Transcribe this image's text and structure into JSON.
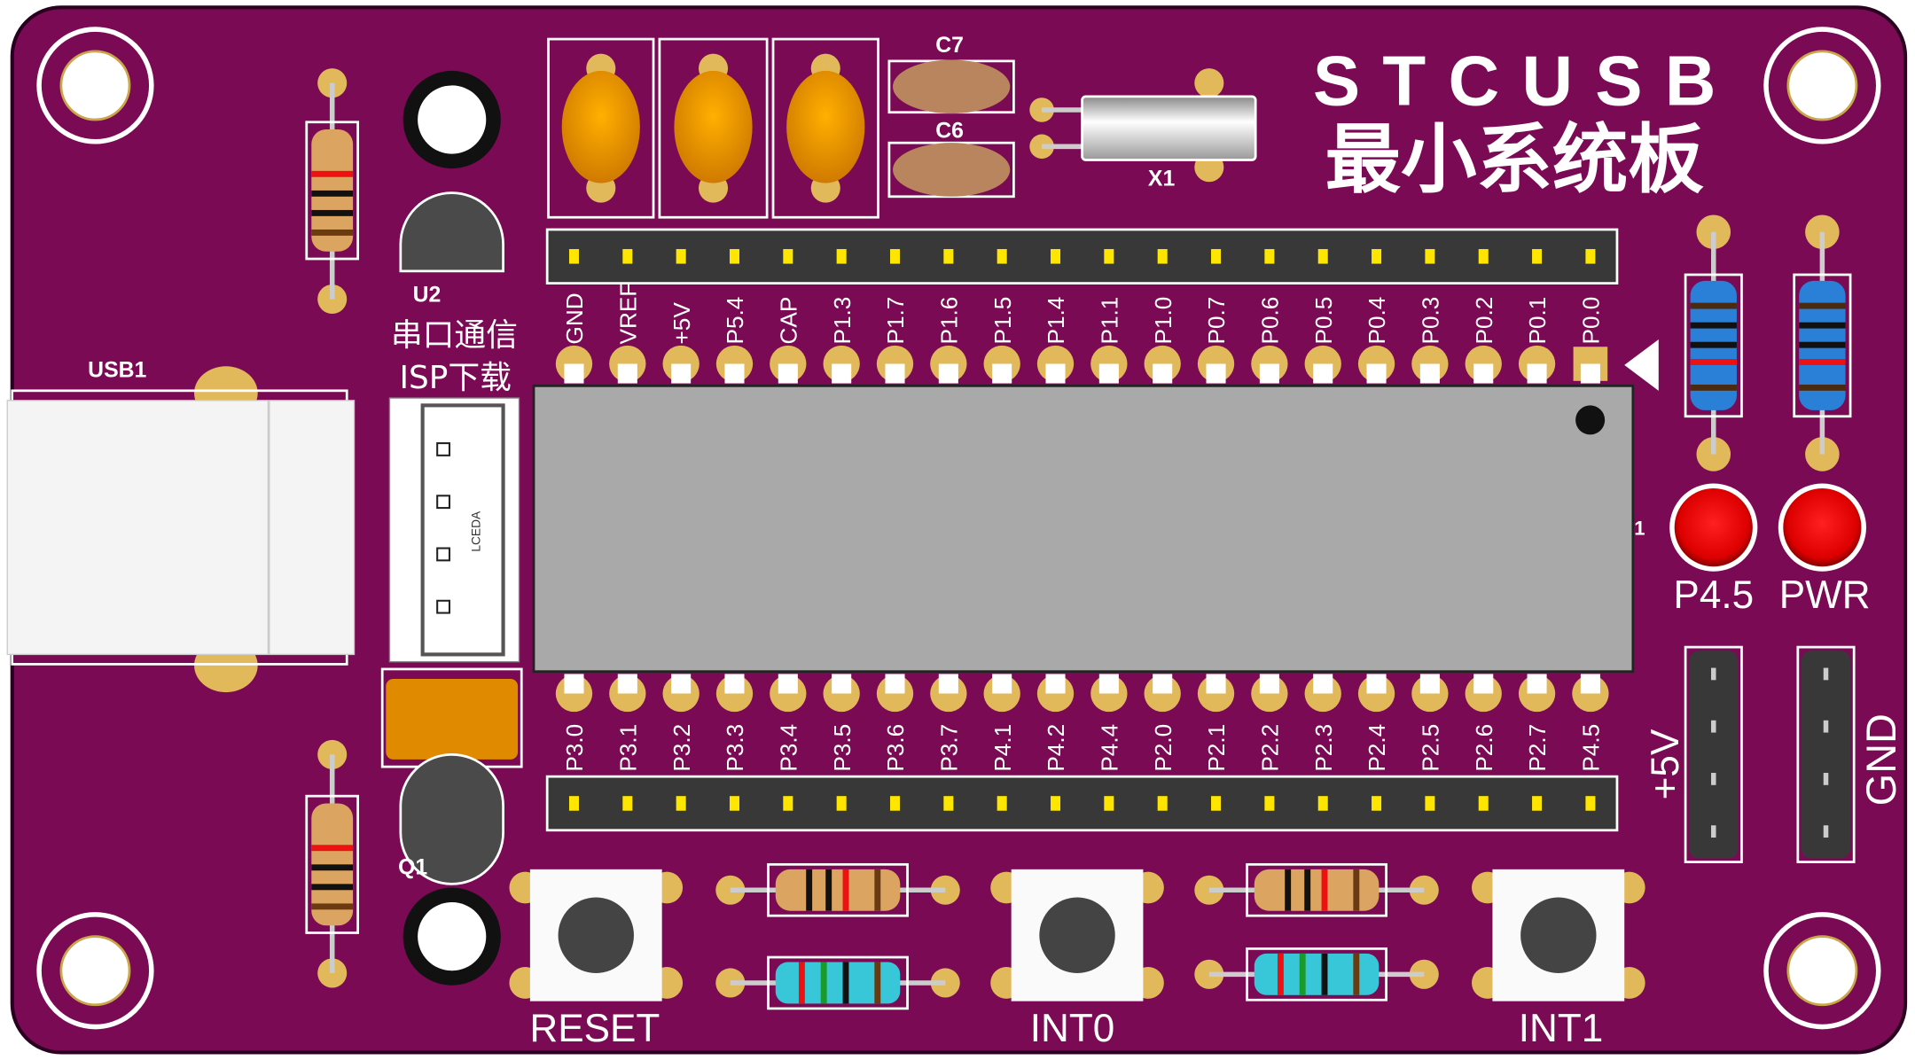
{
  "board": {
    "title": "STCUSB",
    "subtitle": "最小系统板",
    "colors": {
      "pcb": "#7b0a55",
      "silk": "#ffffff",
      "pad": "#e2b95a",
      "header": "#383838",
      "chip": "#a9a9a9",
      "led": "#e8141a"
    }
  },
  "labels": {
    "c7": "C7",
    "c6": "C6",
    "x1": "X1",
    "u2": "U2",
    "serial": "串口通信",
    "isp": "ISP下载",
    "usb1": "USB1",
    "lceda": "LCEDA",
    "q1": "Q1",
    "reset": "RESET",
    "int0": "INT0",
    "int1": "INT1",
    "led_p45": "P4.5",
    "led_pwr": "PWR",
    "plus5v": "+5V",
    "gnd": "GND",
    "pin1": "1"
  },
  "top_pins": [
    "GND",
    "VREF",
    "+5V",
    "P5.4",
    "CAP",
    "P1.3",
    "P1.7",
    "P1.6",
    "P1.5",
    "P1.4",
    "P1.1",
    "P1.0",
    "P0.7",
    "P0.6",
    "P0.5",
    "P0.4",
    "P0.3",
    "P0.2",
    "P0.1",
    "P0.0"
  ],
  "bottom_pins": [
    "P3.0",
    "P3.1",
    "P3.2",
    "P3.3",
    "P3.4",
    "P3.5",
    "P3.6",
    "P3.7",
    "P4.1",
    "P4.2",
    "P4.4",
    "P2.0",
    "P2.1",
    "P2.2",
    "P2.3",
    "P2.4",
    "P2.5",
    "P2.6",
    "P2.7",
    "P4.5"
  ]
}
